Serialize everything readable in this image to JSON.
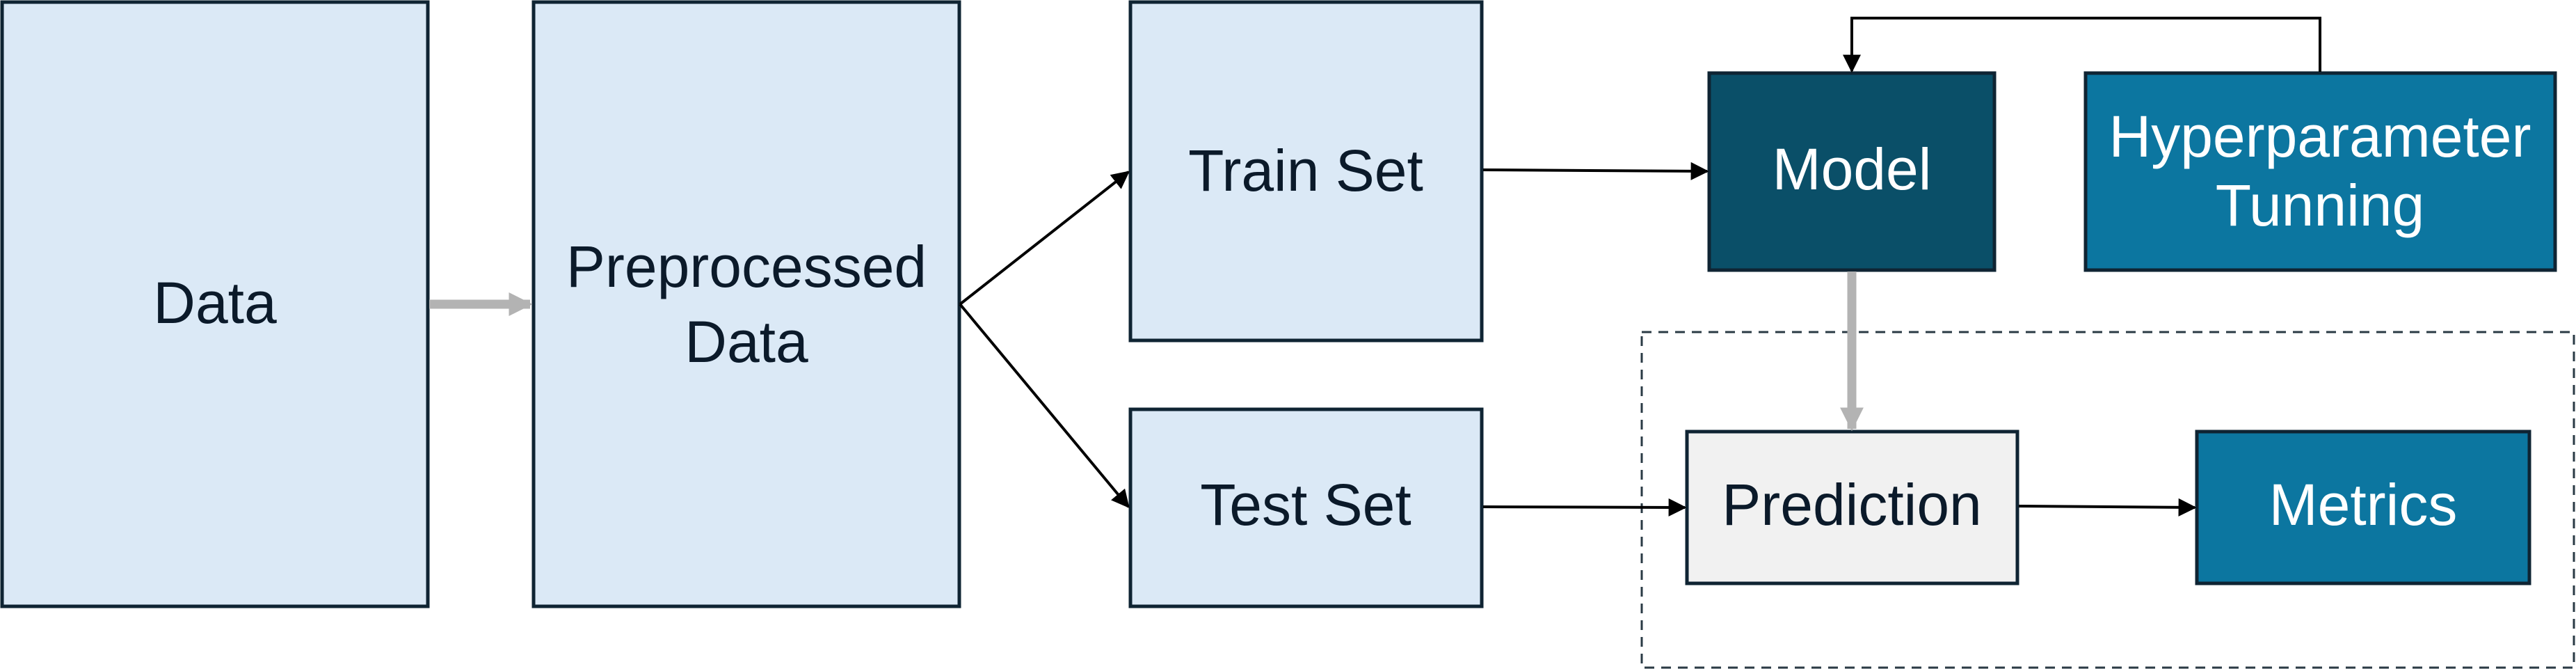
{
  "colors": {
    "light_fill": "#dbe9f6",
    "light_border": "#0f2433",
    "model_fill": "#0a4f68",
    "accent_fill": "#0c76a0",
    "prediction_fill": "#f1f1f1",
    "gray_arrow": "#b3b3b3",
    "dark_arrow": "#000000"
  },
  "nodes": {
    "data": {
      "label": "Data"
    },
    "preprocessed": {
      "line1": "Preprocessed",
      "line2": "Data"
    },
    "train_set": {
      "label": "Train Set"
    },
    "test_set": {
      "label": "Test Set"
    },
    "model": {
      "label": "Model"
    },
    "hyperparameter": {
      "line1": "Hyperparameter",
      "line2": "Tunning"
    },
    "prediction": {
      "label": "Prediction"
    },
    "metrics": {
      "label": "Metrics"
    }
  }
}
